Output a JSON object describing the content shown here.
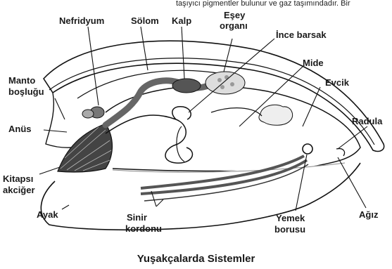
{
  "top_fragment": "taşıyıcı pigmentler bulunur ve gaz taşımındadır. Bir",
  "title": "Yuşakçalarda Sistemler",
  "labels": {
    "nefridyum": "Nefridyum",
    "solom": "Sölom",
    "kalp": "Kalp",
    "esey_line1": "Eşey",
    "esey_line2": "organı",
    "ince_barsak": "İnce barsak",
    "mide": "Mide",
    "manto_line1": "Manto",
    "manto_line2": "boşluğu",
    "evcik": "Evcik",
    "radula": "Radula",
    "anus": "Anüs",
    "kitapsi_line1": "Kitapsı",
    "kitapsi_line2": "akciğer",
    "ayak": "Ayak",
    "sinir_line1": "Sinir",
    "sinir_line2": "kordonu",
    "yemek_line1": "Yemek",
    "yemek_line2": "borusu",
    "agiz": "Ağız"
  }
}
